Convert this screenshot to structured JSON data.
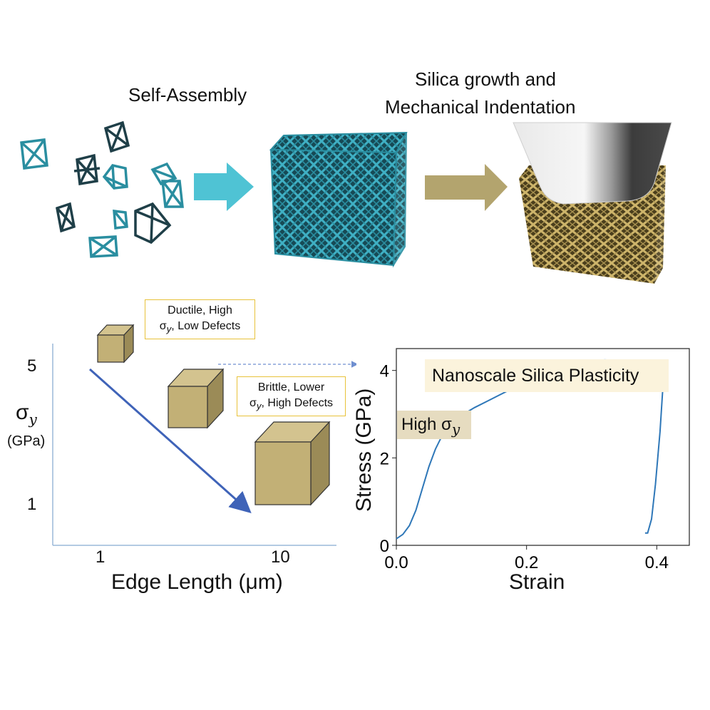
{
  "top": {
    "step1_label": "Self-Assembly",
    "step2_label_line1": "Silica growth and",
    "step2_label_line2": "Mechanical Indentation",
    "arrow1_color": "#4fc3d4",
    "arrow2_color": "#b3a46e",
    "lattice_color_teal": "#2a8ea0",
    "lattice_color_gold": "#a89150"
  },
  "left_plot": {
    "y_symbol": "σ",
    "y_subscript": "y",
    "y_unit": "(GPa)",
    "y_ticks": [
      "5",
      "1"
    ],
    "x_ticks": [
      "1",
      "10"
    ],
    "x_label": "Edge Length (μm)",
    "box_ductile_line1": "Ductile, High",
    "box_ductile_line2_sym": "σ",
    "box_ductile_line2_sub": "y",
    "box_ductile_line2_rest": ", Low Defects",
    "box_brittle_line1": "Brittle, Lower",
    "box_brittle_line2_sym": "σ",
    "box_brittle_line2_sub": "y",
    "box_brittle_line2_rest": ", High Defects",
    "cube_color": "#c2b076",
    "arrow_color": "#3f63b8"
  },
  "chart_data": {
    "type": "line",
    "xlabel": "Strain",
    "ylabel": "Stress (GPa)",
    "xlim": [
      0.0,
      0.45
    ],
    "ylim": [
      0,
      4.5
    ],
    "x_ticks": [
      "0.0",
      "0.2",
      "0.4"
    ],
    "y_ticks": [
      "0",
      "2",
      "4"
    ],
    "series": [
      {
        "color": "#2e77b8",
        "x": [
          0.0,
          0.01,
          0.02,
          0.03,
          0.04,
          0.05,
          0.06,
          0.07,
          0.08,
          0.09,
          0.1,
          0.12,
          0.14,
          0.16,
          0.18,
          0.2,
          0.22,
          0.24,
          0.26,
          0.28,
          0.3,
          0.32,
          0.34,
          0.36,
          0.38,
          0.4,
          0.41,
          0.411,
          0.405,
          0.398,
          0.392,
          0.386,
          0.382
        ],
        "y": [
          0.15,
          0.25,
          0.45,
          0.8,
          1.3,
          1.8,
          2.2,
          2.5,
          2.72,
          2.85,
          2.97,
          3.15,
          3.3,
          3.45,
          3.6,
          3.75,
          3.88,
          3.98,
          4.07,
          4.15,
          4.22,
          4.24,
          4.23,
          4.23,
          4.22,
          4.2,
          4.19,
          4.0,
          2.6,
          1.4,
          0.6,
          0.28,
          0.28
        ]
      }
    ],
    "annotations": [
      {
        "text": "Nanoscale Silica Plasticity"
      },
      {
        "text_sym": "High σ",
        "text_sub": "y"
      }
    ]
  }
}
